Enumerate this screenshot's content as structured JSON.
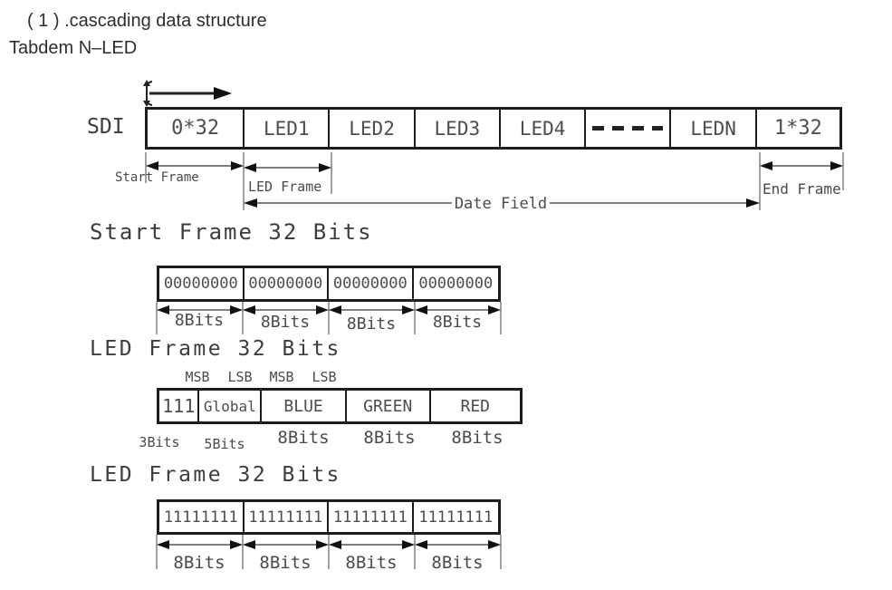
{
  "page": {
    "title_line1": "( 1 ) .cascading data structure",
    "title_line2": "Tabdem N–LED"
  },
  "colors": {
    "line": "#555555",
    "border": "#1d1d1d",
    "text": "#4a4a4a",
    "arrowhead": "#111111"
  },
  "sdi_row": {
    "label": "SDI",
    "cells": [
      "0*32",
      "LED1",
      "LED2",
      "LED3",
      "LED4",
      "----",
      "LEDN",
      "1*32"
    ]
  },
  "dimensions": {
    "start_frame": "Start Frame",
    "led_frame": "LED Frame",
    "date_field": "Date Field",
    "end_frame": "End Frame"
  },
  "start_frame_section": {
    "heading": "Start Frame 32 Bits",
    "cells": [
      "00000000",
      "00000000",
      "00000000",
      "00000000"
    ],
    "bit_labels": [
      "8Bits",
      "8Bits",
      "8Bits",
      "8Bits"
    ]
  },
  "led_frame_section": {
    "heading": "LED Frame 32 Bits",
    "msb_lsb": [
      "MSB",
      "LSB",
      "MSB",
      "LSB"
    ],
    "cells": [
      "111",
      "Global",
      "BLUE",
      "GREEN",
      "RED"
    ],
    "bit_labels": [
      "3Bits",
      "5Bits",
      "8Bits",
      "8Bits",
      "8Bits"
    ]
  },
  "end_frame_section": {
    "heading": "LED Frame 32 Bits",
    "cells": [
      "11111111",
      "11111111",
      "11111111",
      "11111111"
    ],
    "bit_labels": [
      "8Bits",
      "8Bits",
      "8Bits",
      "8Bits"
    ]
  }
}
